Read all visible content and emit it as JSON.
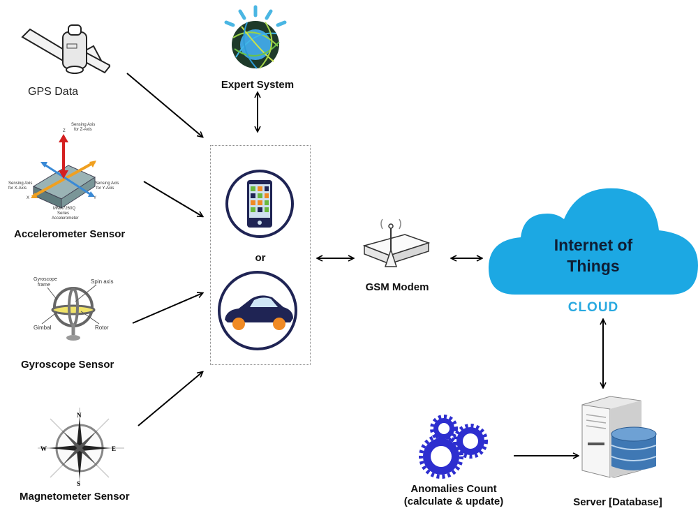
{
  "nodes": {
    "gps": {
      "label": "GPS Data"
    },
    "accelerometer": {
      "label": "Accelerometer Sensor",
      "annotations": {
        "z_axis": "Sensing Axis for Z-Axis",
        "x_axis": "Sensing Axis for X-Axis",
        "y_axis": "Sensing Axis for Y-Axis",
        "z": "Z",
        "x": "X",
        "y": "Y",
        "part": "MMA7260Q Series Accelerometer"
      }
    },
    "gyroscope": {
      "label": "Gyroscope Sensor",
      "annotations": {
        "frame": "Gyroscope frame",
        "spin_axis": "Spin axis",
        "gimbal": "Gimbal",
        "rotor": "Rotor"
      }
    },
    "magnetometer": {
      "label": "Magnetometer Sensor",
      "annotations": {
        "n": "N",
        "s": "S",
        "e": "E",
        "w": "W"
      }
    },
    "expert_system": {
      "label": "Expert System"
    },
    "device": {
      "separator": "or",
      "options": [
        "smartphone",
        "car"
      ]
    },
    "gsm_modem": {
      "label": "GSM Modem"
    },
    "cloud": {
      "title_line1": "Internet of",
      "title_line2": "Things",
      "caption": "CLOUD"
    },
    "anomalies": {
      "label_line1": "Anomalies Count",
      "label_line2": "(calculate & update)"
    },
    "server": {
      "label": "Server [Database]"
    }
  },
  "colors": {
    "cloud": "#1ca8e3",
    "cloud_caption": "#29a9e0",
    "gears": "#2d2ecf",
    "device_navy": "#1f2454",
    "accent_orange": "#f08a24",
    "accent_green": "#6ab83e",
    "db_blue": "#3f78b4"
  },
  "connections": [
    {
      "from": "gps",
      "to": "device",
      "direction": "one-way"
    },
    {
      "from": "accelerometer",
      "to": "device",
      "direction": "one-way"
    },
    {
      "from": "gyroscope",
      "to": "device",
      "direction": "one-way"
    },
    {
      "from": "magnetometer",
      "to": "device",
      "direction": "one-way"
    },
    {
      "from": "expert_system",
      "to": "device",
      "direction": "two-way"
    },
    {
      "from": "device",
      "to": "gsm_modem",
      "direction": "two-way"
    },
    {
      "from": "gsm_modem",
      "to": "cloud",
      "direction": "two-way"
    },
    {
      "from": "cloud",
      "to": "server",
      "direction": "two-way"
    },
    {
      "from": "anomalies",
      "to": "server",
      "direction": "one-way"
    }
  ]
}
